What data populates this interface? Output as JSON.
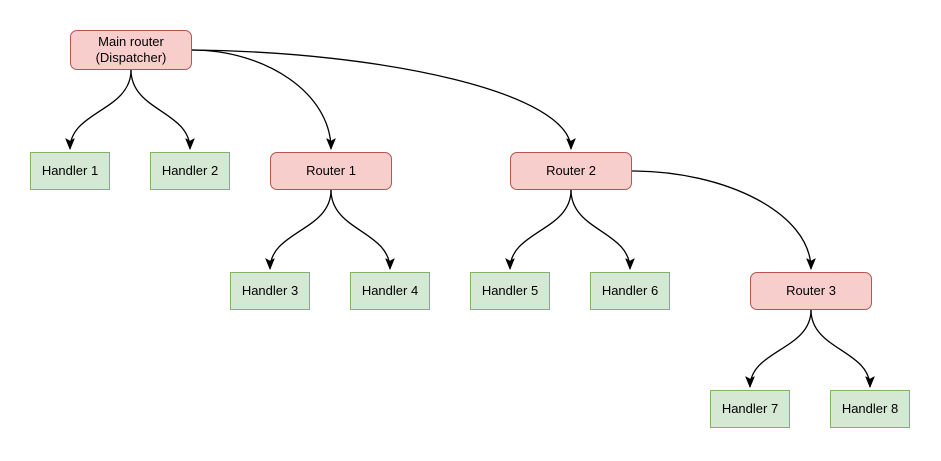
{
  "diagram": {
    "nodes": {
      "main_router": {
        "line1": "Main router",
        "line2": "(Dispatcher)",
        "type": "router"
      },
      "router1": {
        "label": "Router 1",
        "type": "router"
      },
      "router2": {
        "label": "Router 2",
        "type": "router"
      },
      "router3": {
        "label": "Router 3",
        "type": "router"
      },
      "handler1": {
        "label": "Handler 1",
        "type": "handler"
      },
      "handler2": {
        "label": "Handler 2",
        "type": "handler"
      },
      "handler3": {
        "label": "Handler 3",
        "type": "handler"
      },
      "handler4": {
        "label": "Handler 4",
        "type": "handler"
      },
      "handler5": {
        "label": "Handler 5",
        "type": "handler"
      },
      "handler6": {
        "label": "Handler 6",
        "type": "handler"
      },
      "handler7": {
        "label": "Handler 7",
        "type": "handler"
      },
      "handler8": {
        "label": "Handler 8",
        "type": "handler"
      }
    },
    "edges": [
      {
        "from": "main_router",
        "to": "handler1"
      },
      {
        "from": "main_router",
        "to": "handler2"
      },
      {
        "from": "main_router",
        "to": "router1"
      },
      {
        "from": "main_router",
        "to": "router2"
      },
      {
        "from": "router1",
        "to": "handler3"
      },
      {
        "from": "router1",
        "to": "handler4"
      },
      {
        "from": "router2",
        "to": "handler5"
      },
      {
        "from": "router2",
        "to": "handler6"
      },
      {
        "from": "router2",
        "to": "router3"
      },
      {
        "from": "router3",
        "to": "handler7"
      },
      {
        "from": "router3",
        "to": "handler8"
      }
    ],
    "colors": {
      "router_fill": "#f8cecc",
      "router_border": "#b85450",
      "handler_fill": "#d5e8d4",
      "handler_border": "#82b366",
      "edge": "#000000",
      "text": "#000000",
      "background": "#ffffff"
    }
  }
}
